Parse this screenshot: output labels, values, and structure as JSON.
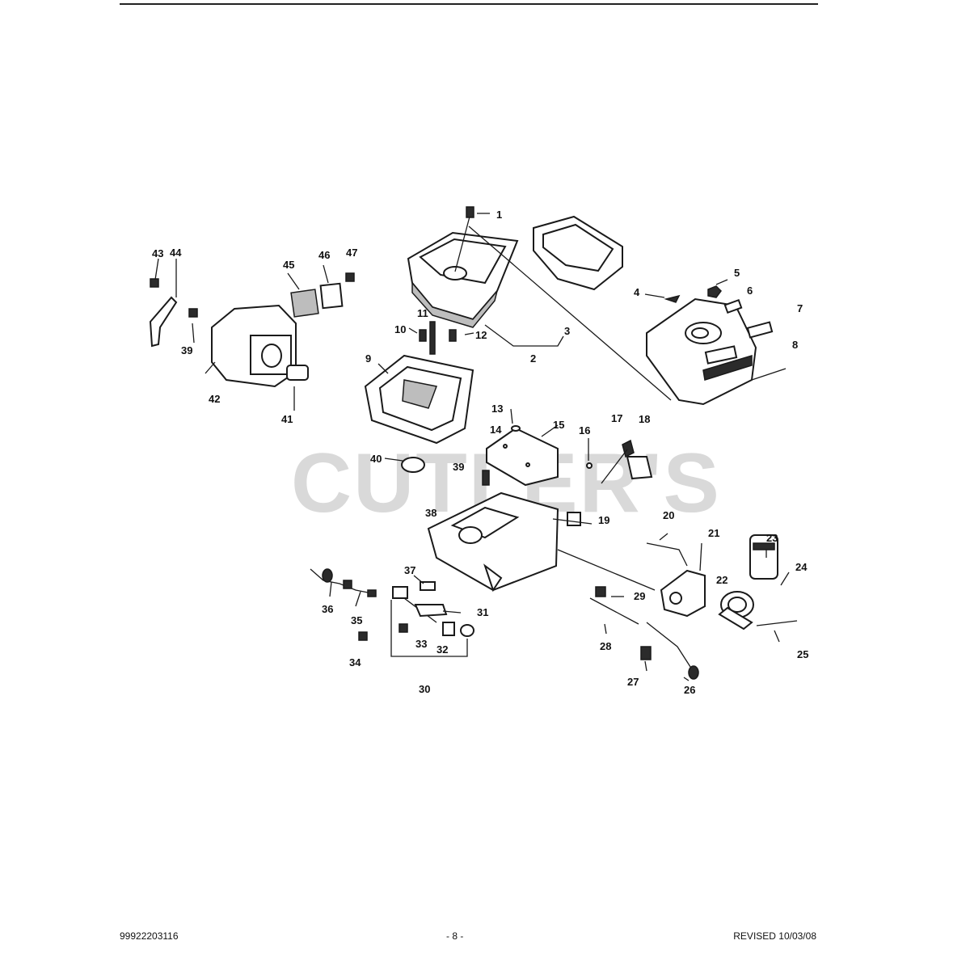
{
  "header": {},
  "watermark": "CUTLER'S",
  "callouts": {
    "p1": "1",
    "p2": "2",
    "p3": "3",
    "p4": "4",
    "p5": "5",
    "p6": "6",
    "p7": "7",
    "p8": "8",
    "p9": "9",
    "p10": "10",
    "p11": "11",
    "p12": "12",
    "p13": "13",
    "p14": "14",
    "p15": "15",
    "p16": "16",
    "p17": "17",
    "p18": "18",
    "p19": "19",
    "p20": "20",
    "p21": "21",
    "p22": "22",
    "p23": "23",
    "p24": "24",
    "p25": "25",
    "p26": "26",
    "p27": "27",
    "p28": "28",
    "p29": "29",
    "p30": "30",
    "p31": "31",
    "p32": "32",
    "p33": "33",
    "p34": "34",
    "p35": "35",
    "p36": "36",
    "p37": "37",
    "p38": "38",
    "p39a": "39",
    "p39b": "39",
    "p40": "40",
    "p41": "41",
    "p42": "42",
    "p43": "43",
    "p44": "44",
    "p45": "45",
    "p46": "46",
    "p47": "47"
  },
  "footer": {
    "doc_number": "99922203116",
    "page": "- 8 -",
    "revised": "REVISED 10/03/08"
  }
}
